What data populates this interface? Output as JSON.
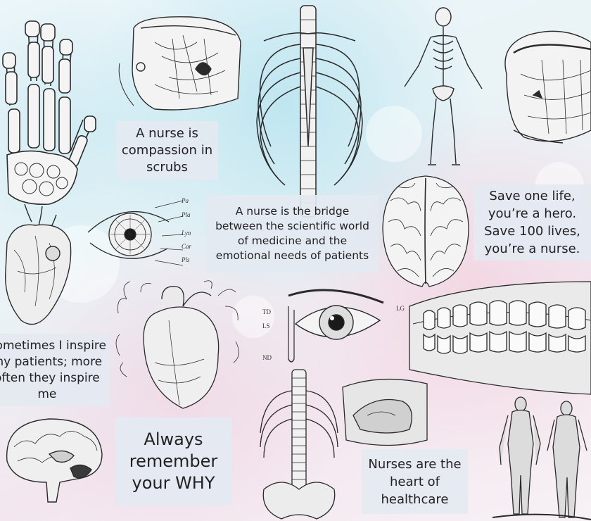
{
  "quotes": {
    "compassion": "A nurse is\ncompassion in\nscrubs",
    "bridge": "A nurse is the bridge\nbetween the scientific world\nof medicine and the\nemotional needs of patients",
    "hero": "Save one life,\nyou’re a hero.\nSave 100 lives,\nyou’re a nurse.",
    "inspire": "Sometimes I inspire\nmy patients; more\noften they inspire\nme",
    "why": "Always\nremember\nyour WHY",
    "heart": "Nurses are the\nheart of\nhealthcare"
  },
  "labels": {
    "eye_td": "TD",
    "eye_ls": "LS",
    "eye_nd": "ND",
    "eye_lg": "LG",
    "iris_pa": "Pa",
    "iris_pla": "Pla",
    "iris_lyn": "Lyn",
    "iris_car": "Car",
    "iris_pls": "Pls"
  },
  "palette": {
    "ink": "#2a2a2a",
    "card": "#e4e9f1",
    "blue_glow": "#afe1ee",
    "pink_glow": "#f4d0de"
  }
}
